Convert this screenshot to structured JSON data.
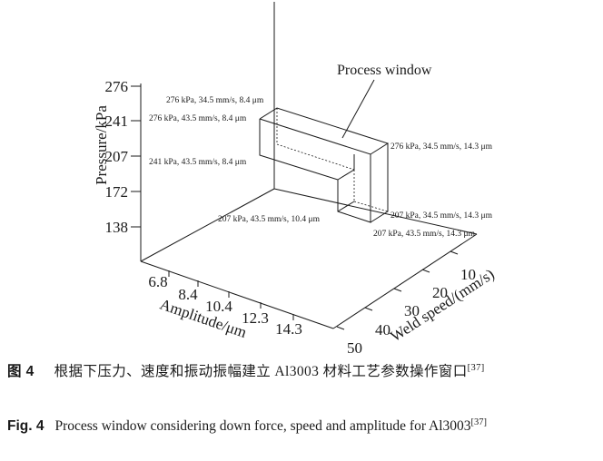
{
  "figure": {
    "pressure_axis": {
      "title": "Pressure/kPa",
      "ticks": [
        "276",
        "241",
        "207",
        "172",
        "138"
      ]
    },
    "amplitude_axis": {
      "title": "Amplitude/μm",
      "ticks": [
        "6.8",
        "8.4",
        "10.4",
        "12.3",
        "14.3"
      ]
    },
    "weld_speed_axis": {
      "title": "Weld speed/(mm/s)",
      "ticks": [
        "10",
        "20",
        "30",
        "40",
        "50"
      ]
    },
    "process_window_label": "Process window",
    "point_labels": [
      "276 kPa, 34.5 mm/s, 8.4 μm",
      "276 kPa, 43.5 mm/s, 8.4 μm",
      "241 kPa, 43.5 mm/s, 8.4 μm",
      "276 kPa, 34.5 mm/s, 14.3 μm",
      "207 kPa, 43.5 mm/s, 10.4 μm",
      "207 kPa, 34.5 mm/s, 14.3 μm",
      "207 kPa, 43.5 mm/s, 14.3 μm"
    ],
    "colors": {
      "ink": "#1a1a1a"
    }
  },
  "caption_zh": {
    "label": "图 4",
    "text": "根据下压力、速度和振动振幅建立 Al3003 材料工艺参数操作窗口",
    "ref": "[37]"
  },
  "caption_en": {
    "label": "Fig. 4",
    "text": "Process window considering down force, speed and amplitude for Al3003",
    "ref": "[37]"
  }
}
